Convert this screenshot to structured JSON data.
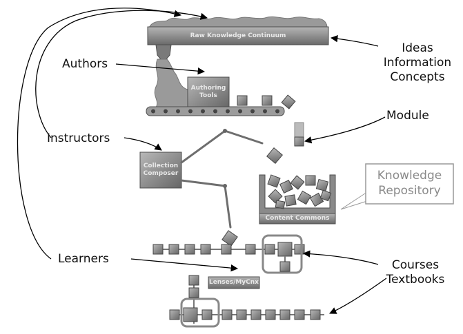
{
  "labels": {
    "ideas_information_concepts": [
      "Ideas",
      "Information",
      "Concepts"
    ],
    "authors": "Authors",
    "module": "Module",
    "instructors": "Instructors",
    "knowledge_repository": [
      "Knowledge",
      "Repository"
    ],
    "learners": "Learners",
    "courses_textbooks": [
      "Courses",
      "Textbooks"
    ]
  },
  "machine_labels": {
    "raw_knowledge_continuum": "Raw Knowledge Continuum",
    "authoring_tools": [
      "Authoring",
      "Tools"
    ],
    "collection_composer": [
      "Collection",
      "Composer"
    ],
    "content_commons": "Content Commons",
    "lenses_mycnx": "Lenses/MyCnx"
  },
  "colors": {
    "machine_dark": "#6e6e6e",
    "machine_light": "#a8a8a8",
    "block": "#8a8a8a",
    "text": "#111111"
  }
}
